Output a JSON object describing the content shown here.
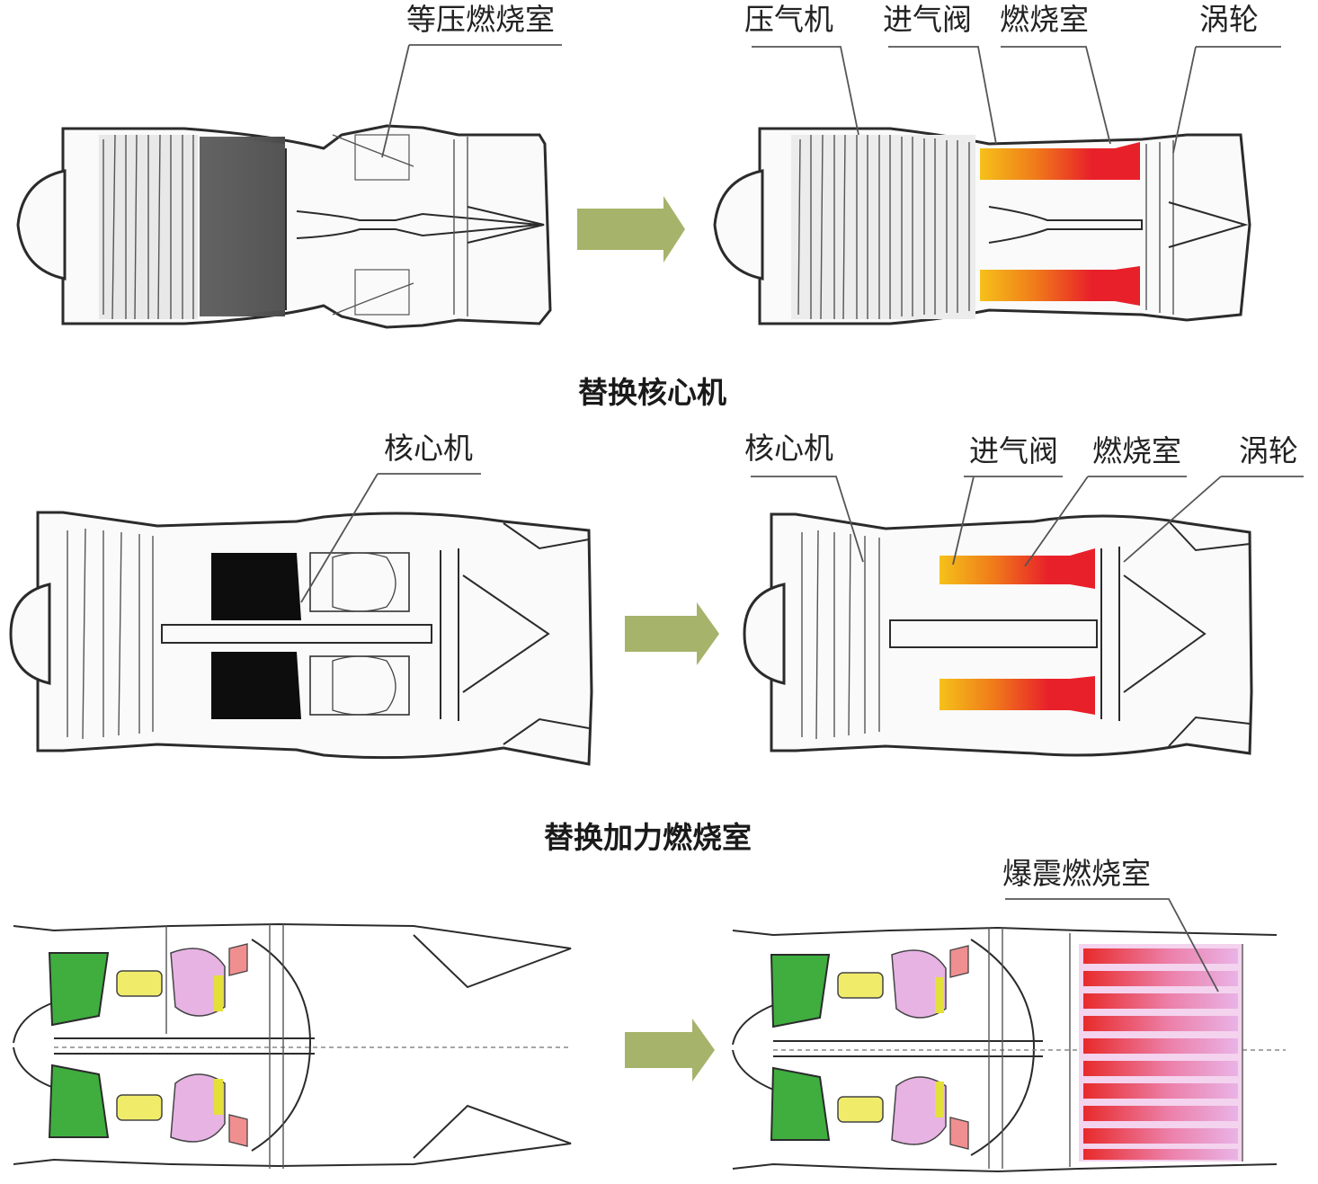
{
  "captions": {
    "replace_core": "替换核心机",
    "replace_afterburner": "替换加力燃烧室"
  },
  "row1": {
    "left": {
      "combustor_label": "等压燃烧室"
    },
    "right": {
      "compressor_label": "压气机",
      "intake_valve_label": "进气阀",
      "combustor_label": "燃烧室",
      "turbine_label": "涡轮"
    }
  },
  "row2": {
    "left": {
      "core_label": "核心机"
    },
    "right": {
      "core_label": "核心机",
      "intake_valve_label": "进气阀",
      "combustor_label": "燃烧室",
      "turbine_label": "涡轮"
    }
  },
  "row3": {
    "right": {
      "detonation_label": "爆震燃烧室"
    }
  },
  "colors": {
    "arrow": "#a6b36a",
    "combustion_hot": "#e8202a",
    "combustion_warm": "#f5c11a",
    "fan_green": "#3fae3f",
    "compressor_yellow": "#f0ec6a",
    "burner_pink": "#e7b3e3",
    "turbine_red": "#f08f90",
    "detonation_pink": "#e9a7df"
  }
}
